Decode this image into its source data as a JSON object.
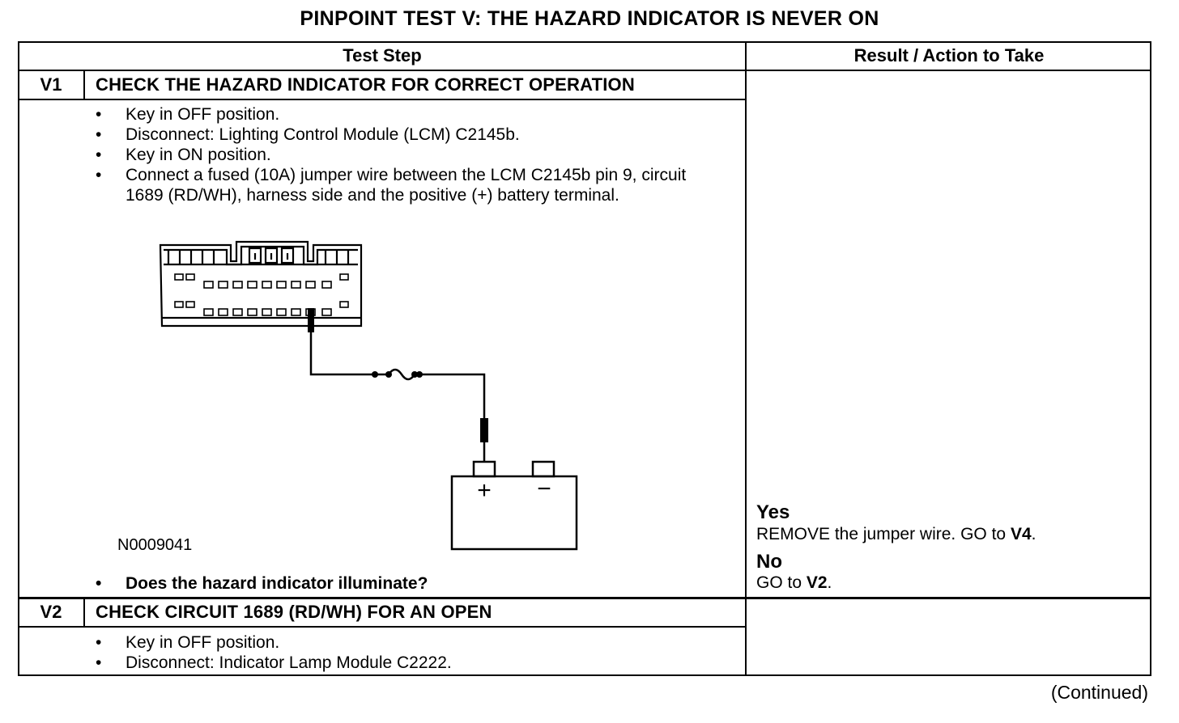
{
  "title": "PINPOINT TEST  V: THE HAZARD INDICATOR IS NEVER ON",
  "header": {
    "col_step": "Test Step",
    "col_result": "Result / Action to Take"
  },
  "steps": [
    {
      "id": "V1",
      "title": "CHECK THE HAZARD INDICATOR FOR CORRECT OPERATION",
      "bullets": [
        "Key in OFF position.",
        "Disconnect: Lighting Control Module (LCM) C2145b.",
        "Key in ON position.",
        "Connect a fused (10A) jumper wire between the LCM C2145b pin 9, circuit 1689 (RD/WH), harness side and the positive (+) battery terminal."
      ],
      "figure_id": "N0009041",
      "figure_labels": {
        "plus": "+",
        "minus": "−"
      },
      "question": "Does the hazard indicator illuminate?",
      "results": {
        "yes_label": "Yes",
        "yes_pre": "REMOVE the jumper wire. GO to ",
        "yes_ref": "V4",
        "yes_post": ".",
        "no_label": "No",
        "no_pre": "GO to ",
        "no_ref": "V2",
        "no_post": "."
      }
    },
    {
      "id": "V2",
      "title": "CHECK CIRCUIT 1689 (RD/WH) FOR AN OPEN",
      "bullets": [
        "Key in OFF position.",
        "Disconnect: Indicator Lamp Module C2222."
      ]
    }
  ],
  "footer": "(Continued)"
}
